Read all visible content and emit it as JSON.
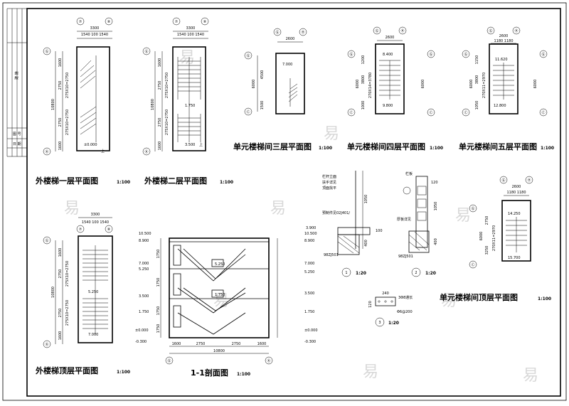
{
  "titleblock": {
    "rows": [
      "建 施",
      "图 号",
      "日 期"
    ]
  },
  "plan1": {
    "axis_top": [
      "⑦",
      "⑧"
    ],
    "axis_left": [
      "Ⓖ",
      "Ⓚ"
    ],
    "dim_top": "3300",
    "dim_top_sub": "1540 100 1540",
    "dims_left": [
      "1600",
      "2750",
      "2750",
      "1600"
    ],
    "step_labels": [
      "275X10=2750",
      "275X10=2750"
    ],
    "overall": "10800",
    "elev": "±0.000",
    "label_up": "上",
    "title": "外楼梯一层平面图",
    "scale": "1:100"
  },
  "plan2": {
    "axis_top": [
      "⑦",
      "⑧"
    ],
    "axis_left": [
      "Ⓖ",
      "Ⓚ"
    ],
    "dim_top": "3300",
    "dim_top_sub": "1540 100 1540",
    "dims_left": [
      "1600",
      "2750",
      "2750",
      "1600"
    ],
    "step_labels": [
      "275X10=2750",
      "275X10=2750"
    ],
    "overall": "10800",
    "elev1": "1.750",
    "elev2": "3.500",
    "label_up": "上",
    "title": "外楼梯二层平面图",
    "scale": "1:100"
  },
  "plan3": {
    "axis_top": [
      "Ⓖ",
      "Ⓗ"
    ],
    "axis_left": [
      "Ⓖ",
      "Ⓒ"
    ],
    "dim_top": "2600",
    "dims_left": [
      "4500",
      "1500"
    ],
    "overall": "6000",
    "elev": "7.000",
    "title": "单元楼梯间三层平面图",
    "scale": "1:100"
  },
  "plan4": {
    "axis_top": [
      "Ⓖ",
      "Ⓗ"
    ],
    "axis_left": [
      "Ⓖ",
      "Ⓒ"
    ],
    "dim_top": "2600",
    "dims_left": [
      "1200",
      "3800",
      "1000"
    ],
    "overall": "6000",
    "step_label": "270X14=3780",
    "elev1": "8.400",
    "elev2": "9.800",
    "title": "单元楼梯间四层平面图",
    "scale": "1:100"
  },
  "plan5": {
    "axis_top": [
      "Ⓖ",
      "Ⓗ"
    ],
    "axis_left": [
      "Ⓖ",
      "Ⓒ"
    ],
    "dim_top": "2600",
    "dim_top_sub": "1180 1180",
    "dims_left": [
      "1150",
      "3800",
      "1050"
    ],
    "overall": "6000",
    "step_label": "270X11=2970",
    "elev1": "11.620",
    "elev2": "12.800",
    "title": "单元楼梯间五层平面图",
    "scale": "1:100"
  },
  "plan6": {
    "axis_top": [
      "Ⓖ",
      "Ⓗ"
    ],
    "axis_left": [
      "Ⓖ",
      "Ⓒ"
    ],
    "dim_top": "2600",
    "dim_top_sub": "1180 1180",
    "dims_left": [
      "2750",
      "3250"
    ],
    "overall": "6000",
    "step_label": "270X11=2970",
    "elev1": "14.250",
    "elev2": "15.700",
    "title": "单元楼梯间顶层平面图",
    "scale": "1:100"
  },
  "plan7": {
    "axis_top": [
      "⑦",
      "⑧"
    ],
    "axis_left": [
      "Ⓖ",
      "Ⓚ"
    ],
    "dim_top": "3300",
    "dim_top_sub": "1540 100 1540",
    "dims_left": [
      "1600",
      "2750",
      "2750",
      "1600"
    ],
    "step_labels": [
      "275X10=2750",
      "275X10=2750"
    ],
    "overall": "10800",
    "elev1": "5.250",
    "elev2": "7.000",
    "title": "外楼梯顶层平面图",
    "scale": "1:100"
  },
  "section": {
    "axis_bottom": [
      "Ⓖ",
      "Ⓚ"
    ],
    "dims_bottom": [
      "1600",
      "2750",
      "2750",
      "1600"
    ],
    "overall": "10800",
    "elev_left": [
      "10.500",
      "8.900",
      "7.000",
      "5.250",
      "3.500",
      "1.750",
      "±0.000",
      "-0.300"
    ],
    "elev_right": [
      "10.500",
      "8.900",
      "7.000",
      "5.250",
      "3.500",
      "1.750",
      "±0.000",
      "-0.300"
    ],
    "floor_labels": [
      "1750",
      "1750",
      "1750",
      "1750"
    ],
    "title": "1-1剖面图",
    "scale": "1:100"
  },
  "detail1": {
    "notes": [
      "栏杆立面",
      "扶手详见",
      "顶面找平"
    ],
    "note_ref": "预制件见02J401/",
    "bottom_ref": "98ZJ501",
    "dims": [
      "1050",
      "400",
      "100"
    ],
    "elev": "3.900",
    "mark": "1",
    "scale": "1:20"
  },
  "detail2": {
    "notes": [
      "栏板",
      "厚板详见"
    ],
    "bottom_ref": "98ZJ501",
    "dims": [
      "120",
      "1050",
      "400"
    ],
    "mark": "2",
    "scale": "1:20"
  },
  "detail3": {
    "dims": [
      "240",
      "120"
    ],
    "note": "3Φ8通长",
    "note2": "Φ6@200",
    "mark": "3",
    "scale": "1:20"
  },
  "watermark": "易"
}
